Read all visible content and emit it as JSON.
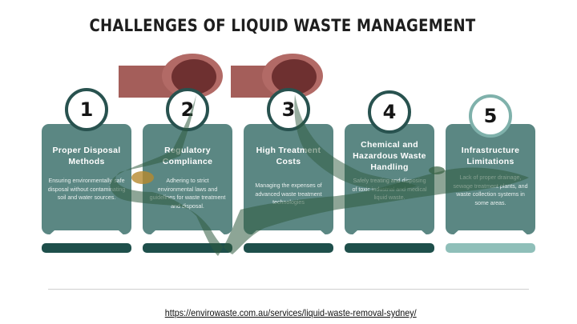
{
  "title": "CHALLENGES OF LIQUID WASTE MANAGEMENT",
  "steps": [
    {
      "number": "1",
      "title": "Proper Disposal Methods",
      "description": "Ensuring environmentally safe disposal without contaminating soil and water sources."
    },
    {
      "number": "2",
      "title": "Regulatory Compliance",
      "description": "Adhering to strict environmental laws and guidelines for waste treatment and disposal."
    },
    {
      "number": "3",
      "title": "High Treatment Costs",
      "description": "Managing the expenses of advanced waste treatment technologies"
    },
    {
      "number": "4",
      "title": "Chemical and Hazardous Waste Handling",
      "description": "Safely treating and disposing of toxic industrial and medical liquid waste."
    },
    {
      "number": "5",
      "title": "Infrastructure Limitations",
      "description": "Lack of proper drainage, sewage treatment plants, and waste collection systems in some areas."
    }
  ],
  "link": "https://envirowaste.com.au/services/liquid-waste-removal-sydney/",
  "colors": {
    "card": "#5b8783",
    "card_circle_border": "#28524f",
    "circle_5_border": "#7fb1ab",
    "base_dark": "#1e4f4b",
    "base_light": "#8fbfb9",
    "pipe": "#a45e5a",
    "pipe_inner": "#6e3030",
    "sludge": "#2f5b3f"
  }
}
